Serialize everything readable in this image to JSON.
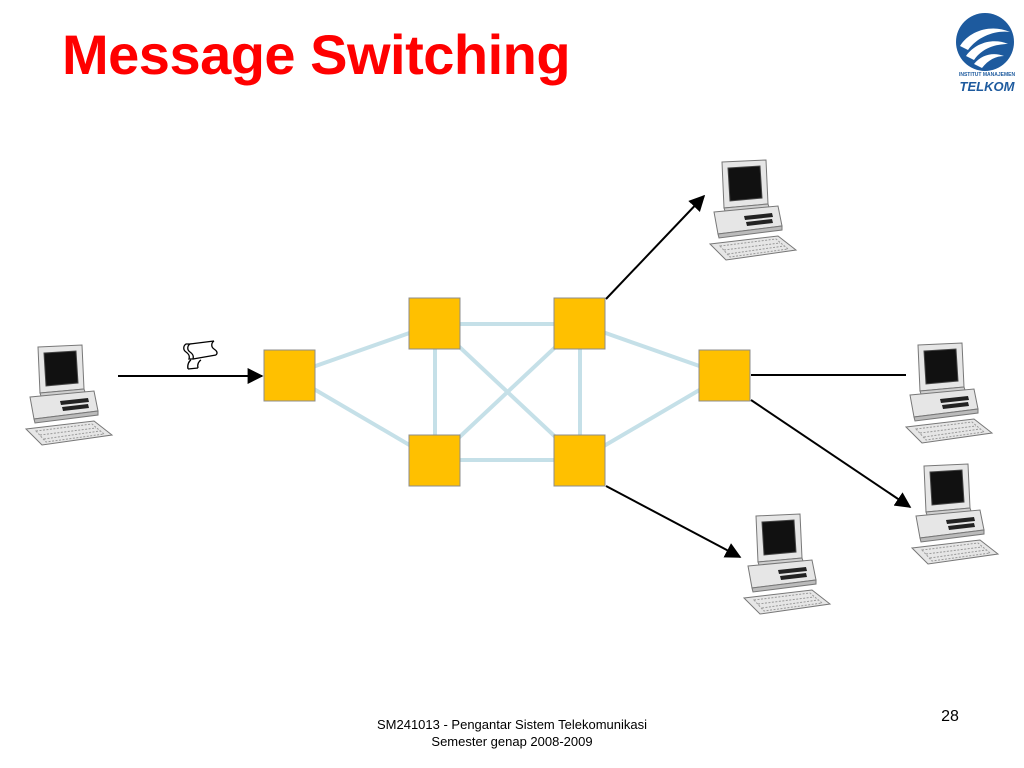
{
  "slide": {
    "title": "Message Switching",
    "footer_line1": "SM241013 - Pengantar Sistem Telekomunikasi",
    "footer_line2": "Semester genap 2008-2009",
    "page_number": "28"
  },
  "logo": {
    "line1": "INSTITUT MANAJEMEN",
    "line2": "TELKOM"
  },
  "colors": {
    "title": "#ff0000",
    "node_fill": "#ffc000",
    "node_stroke": "#8c8c8c",
    "link_line": "#c5e0e8",
    "arrow": "#000000",
    "logo_blue": "#1d5a9e"
  },
  "diagram": {
    "switch_nodes": [
      "ingress",
      "top-left",
      "top-right",
      "bottom-left",
      "bottom-right",
      "egress"
    ],
    "computers": [
      "source",
      "dest-top",
      "dest-right",
      "dest-lower-right",
      "dest-bottom"
    ]
  }
}
